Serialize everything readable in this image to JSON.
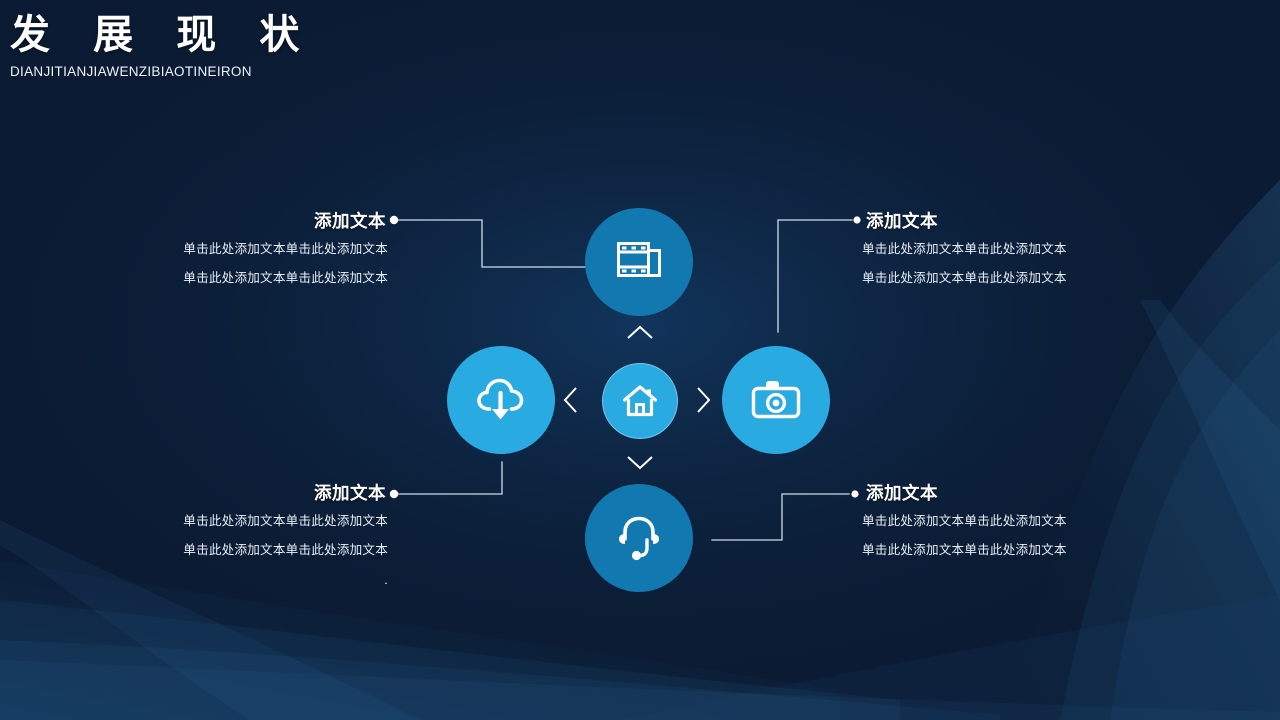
{
  "header": {
    "title": "发 展 现 状",
    "subtitle": "DIANJITIANJIAWENZIBIAOTINEIRON"
  },
  "colors": {
    "background_dark": "#0a1a31",
    "background_mid": "#12365f",
    "circle_deep_blue": "#1279b0",
    "circle_light_blue": "#29abe2",
    "text_white": "#ffffff",
    "body_text": "#e9eff7",
    "connector_line": "#cfdcea"
  },
  "nodes": [
    {
      "id": "top",
      "icon": "film-icon",
      "color": "#1279b0"
    },
    {
      "id": "left",
      "icon": "cloud-download-icon",
      "color": "#29abe2"
    },
    {
      "id": "right",
      "icon": "camera-icon",
      "color": "#29abe2"
    },
    {
      "id": "bottom",
      "icon": "headset-icon",
      "color": "#1279b0"
    },
    {
      "id": "center",
      "icon": "home-icon",
      "color": "#29abe2"
    }
  ],
  "chevrons": [
    {
      "id": "up",
      "icon": "chevron-up-icon"
    },
    {
      "id": "down",
      "icon": "chevron-down-icon"
    },
    {
      "id": "left",
      "icon": "chevron-left-icon"
    },
    {
      "id": "right",
      "icon": "chevron-right-icon"
    }
  ],
  "blocks": {
    "top_left": {
      "title": "添加文本",
      "line1": "单击此处添加文本单击此处添加文本",
      "line2": "单击此处添加文本单击此处添加文本"
    },
    "top_right": {
      "title": "添加文本",
      "line1": "单击此处添加文本单击此处添加文本",
      "line2": "单击此处添加文本单击此处添加文本"
    },
    "bottom_left": {
      "title": "添加文本",
      "line1": "单击此处添加文本单击此处添加文本",
      "line2": "单击此处添加文本单击此处添加文本",
      "tail": "."
    },
    "bottom_right": {
      "title": "添加文本",
      "line1": "单击此处添加文本单击此处添加文本",
      "line2": "单击此处添加文本单击此处添加文本"
    }
  }
}
